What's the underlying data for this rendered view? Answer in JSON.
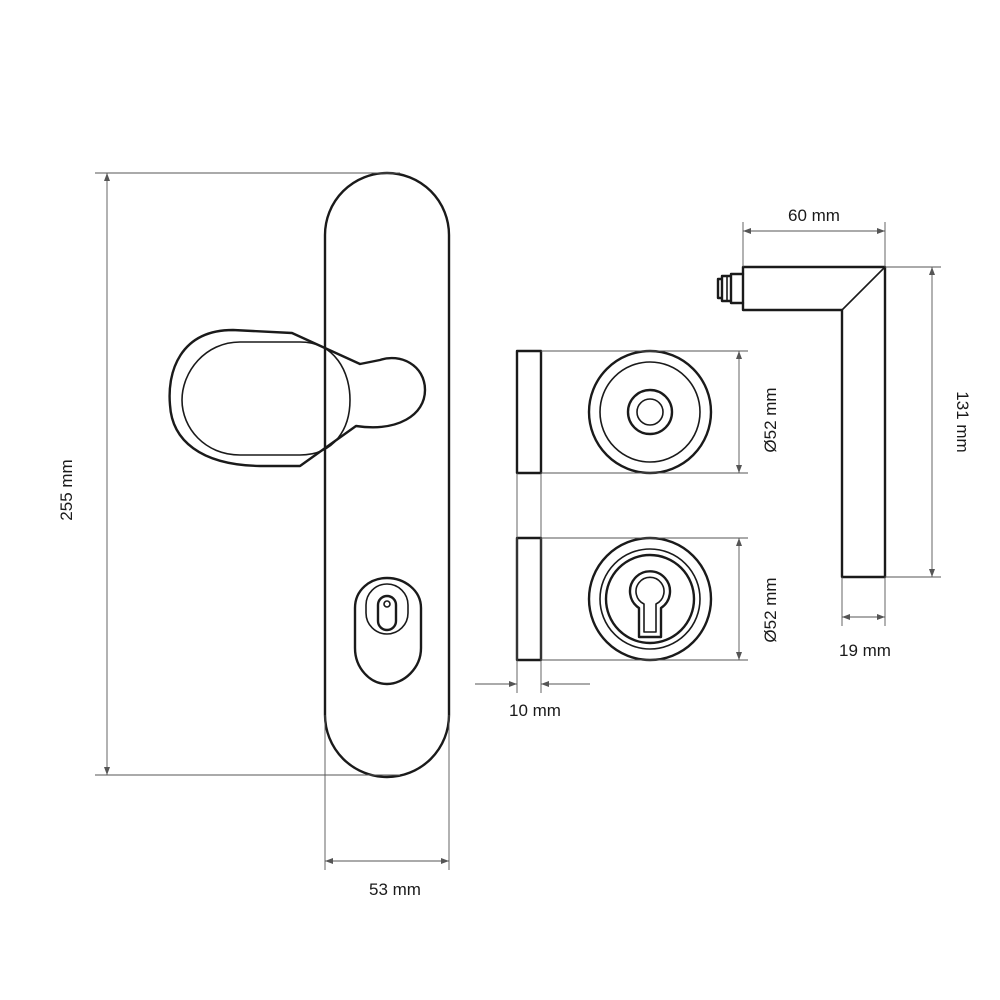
{
  "dimensions": {
    "plate_height": "255 mm",
    "plate_width": "53 mm",
    "rose_thickness": "10 mm",
    "rose_diameter_top": "Ø52 mm",
    "rose_diameter_bottom": "Ø52 mm",
    "lever_length": "60 mm",
    "lever_height": "131 mm",
    "lever_width": "19 mm"
  },
  "colors": {
    "line": "#1a1a1a",
    "dimension_line": "#555555",
    "background": "#ffffff"
  }
}
